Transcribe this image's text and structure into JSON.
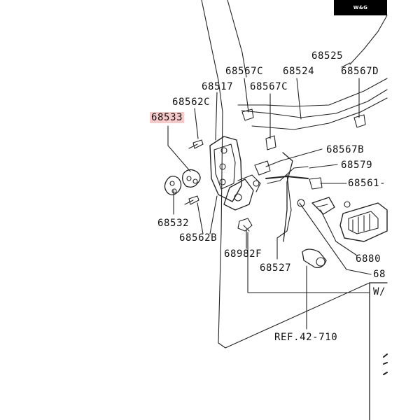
{
  "watermark": {
    "text": "W&G"
  },
  "highlight_color": "#f6c9c9",
  "labels": {
    "p68525": "68525",
    "p68567C_a": "68567C",
    "p68524": "68524",
    "p68567D": "68567D",
    "p68517": "68517",
    "p68567C_b": "68567C",
    "p68562C": "68562C",
    "p68533": "68533",
    "p68567B": "68567B",
    "p68579": "68579",
    "p68561": "68561-",
    "p68532": "68532",
    "p68562B": "68562B",
    "p68982F": "68982F",
    "p68527": "68527",
    "p6880": "6880",
    "p68_cut": "68",
    "wnote": "W/",
    "ref": "REF.42-710"
  }
}
